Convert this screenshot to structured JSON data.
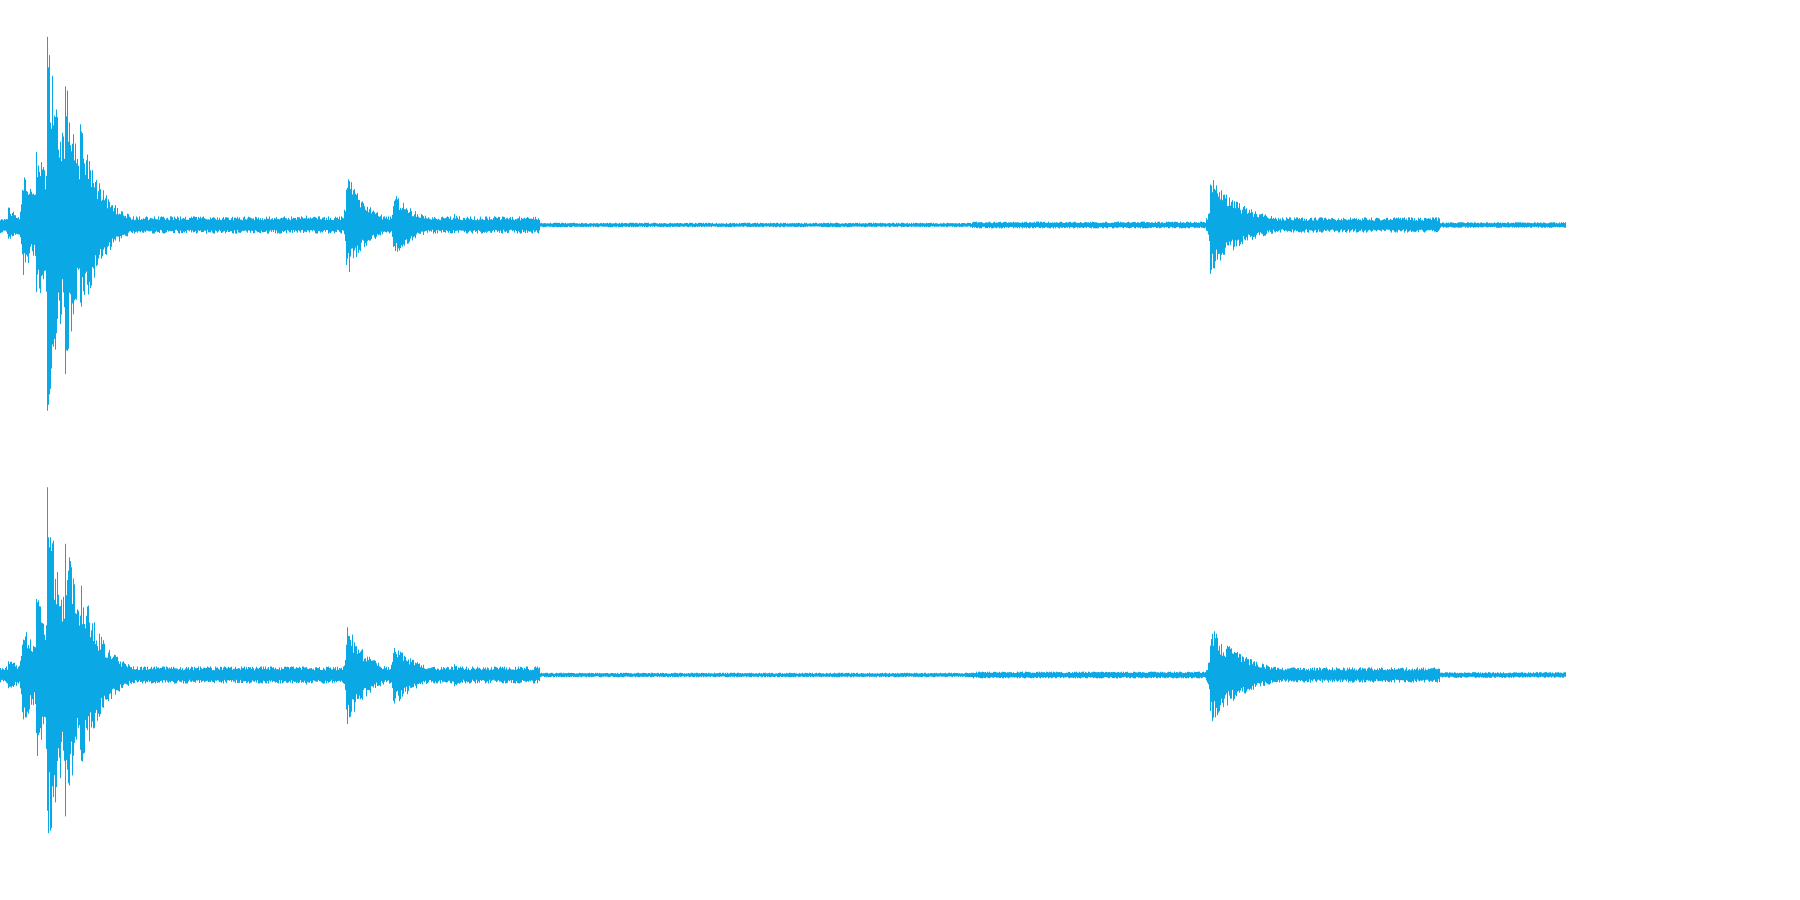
{
  "waveform": {
    "color": "#0aa9e6",
    "background": "#ffffff",
    "channels": [
      {
        "id": "left"
      },
      {
        "id": "right"
      }
    ],
    "duration_fraction_visible": 0.87,
    "bursts": [
      {
        "at": 0.004,
        "amp": 0.1,
        "decay": 0.01
      },
      {
        "at": 0.012,
        "amp": 0.28,
        "decay": 0.012
      },
      {
        "at": 0.02,
        "amp": 0.45,
        "decay": 0.01
      },
      {
        "at": 0.026,
        "amp": 1.0,
        "decay": 0.012
      },
      {
        "at": 0.036,
        "amp": 0.8,
        "decay": 0.01
      },
      {
        "at": 0.044,
        "amp": 0.55,
        "decay": 0.012
      },
      {
        "at": 0.17,
        "amp": 0.05,
        "decay": 0.004
      },
      {
        "at": 0.192,
        "amp": 0.29,
        "decay": 0.012
      },
      {
        "at": 0.218,
        "amp": 0.18,
        "decay": 0.014
      },
      {
        "at": 0.252,
        "amp": 0.06,
        "decay": 0.012
      },
      {
        "at": 0.672,
        "amp": 0.26,
        "decay": 0.02
      }
    ],
    "noise_floor": [
      {
        "from": 0.0,
        "to": 0.3,
        "amp": 0.045
      },
      {
        "from": 0.3,
        "to": 0.54,
        "amp": 0.012
      },
      {
        "from": 0.54,
        "to": 0.67,
        "amp": 0.018
      },
      {
        "from": 0.67,
        "to": 0.8,
        "amp": 0.04
      },
      {
        "from": 0.8,
        "to": 0.87,
        "amp": 0.015
      }
    ]
  }
}
